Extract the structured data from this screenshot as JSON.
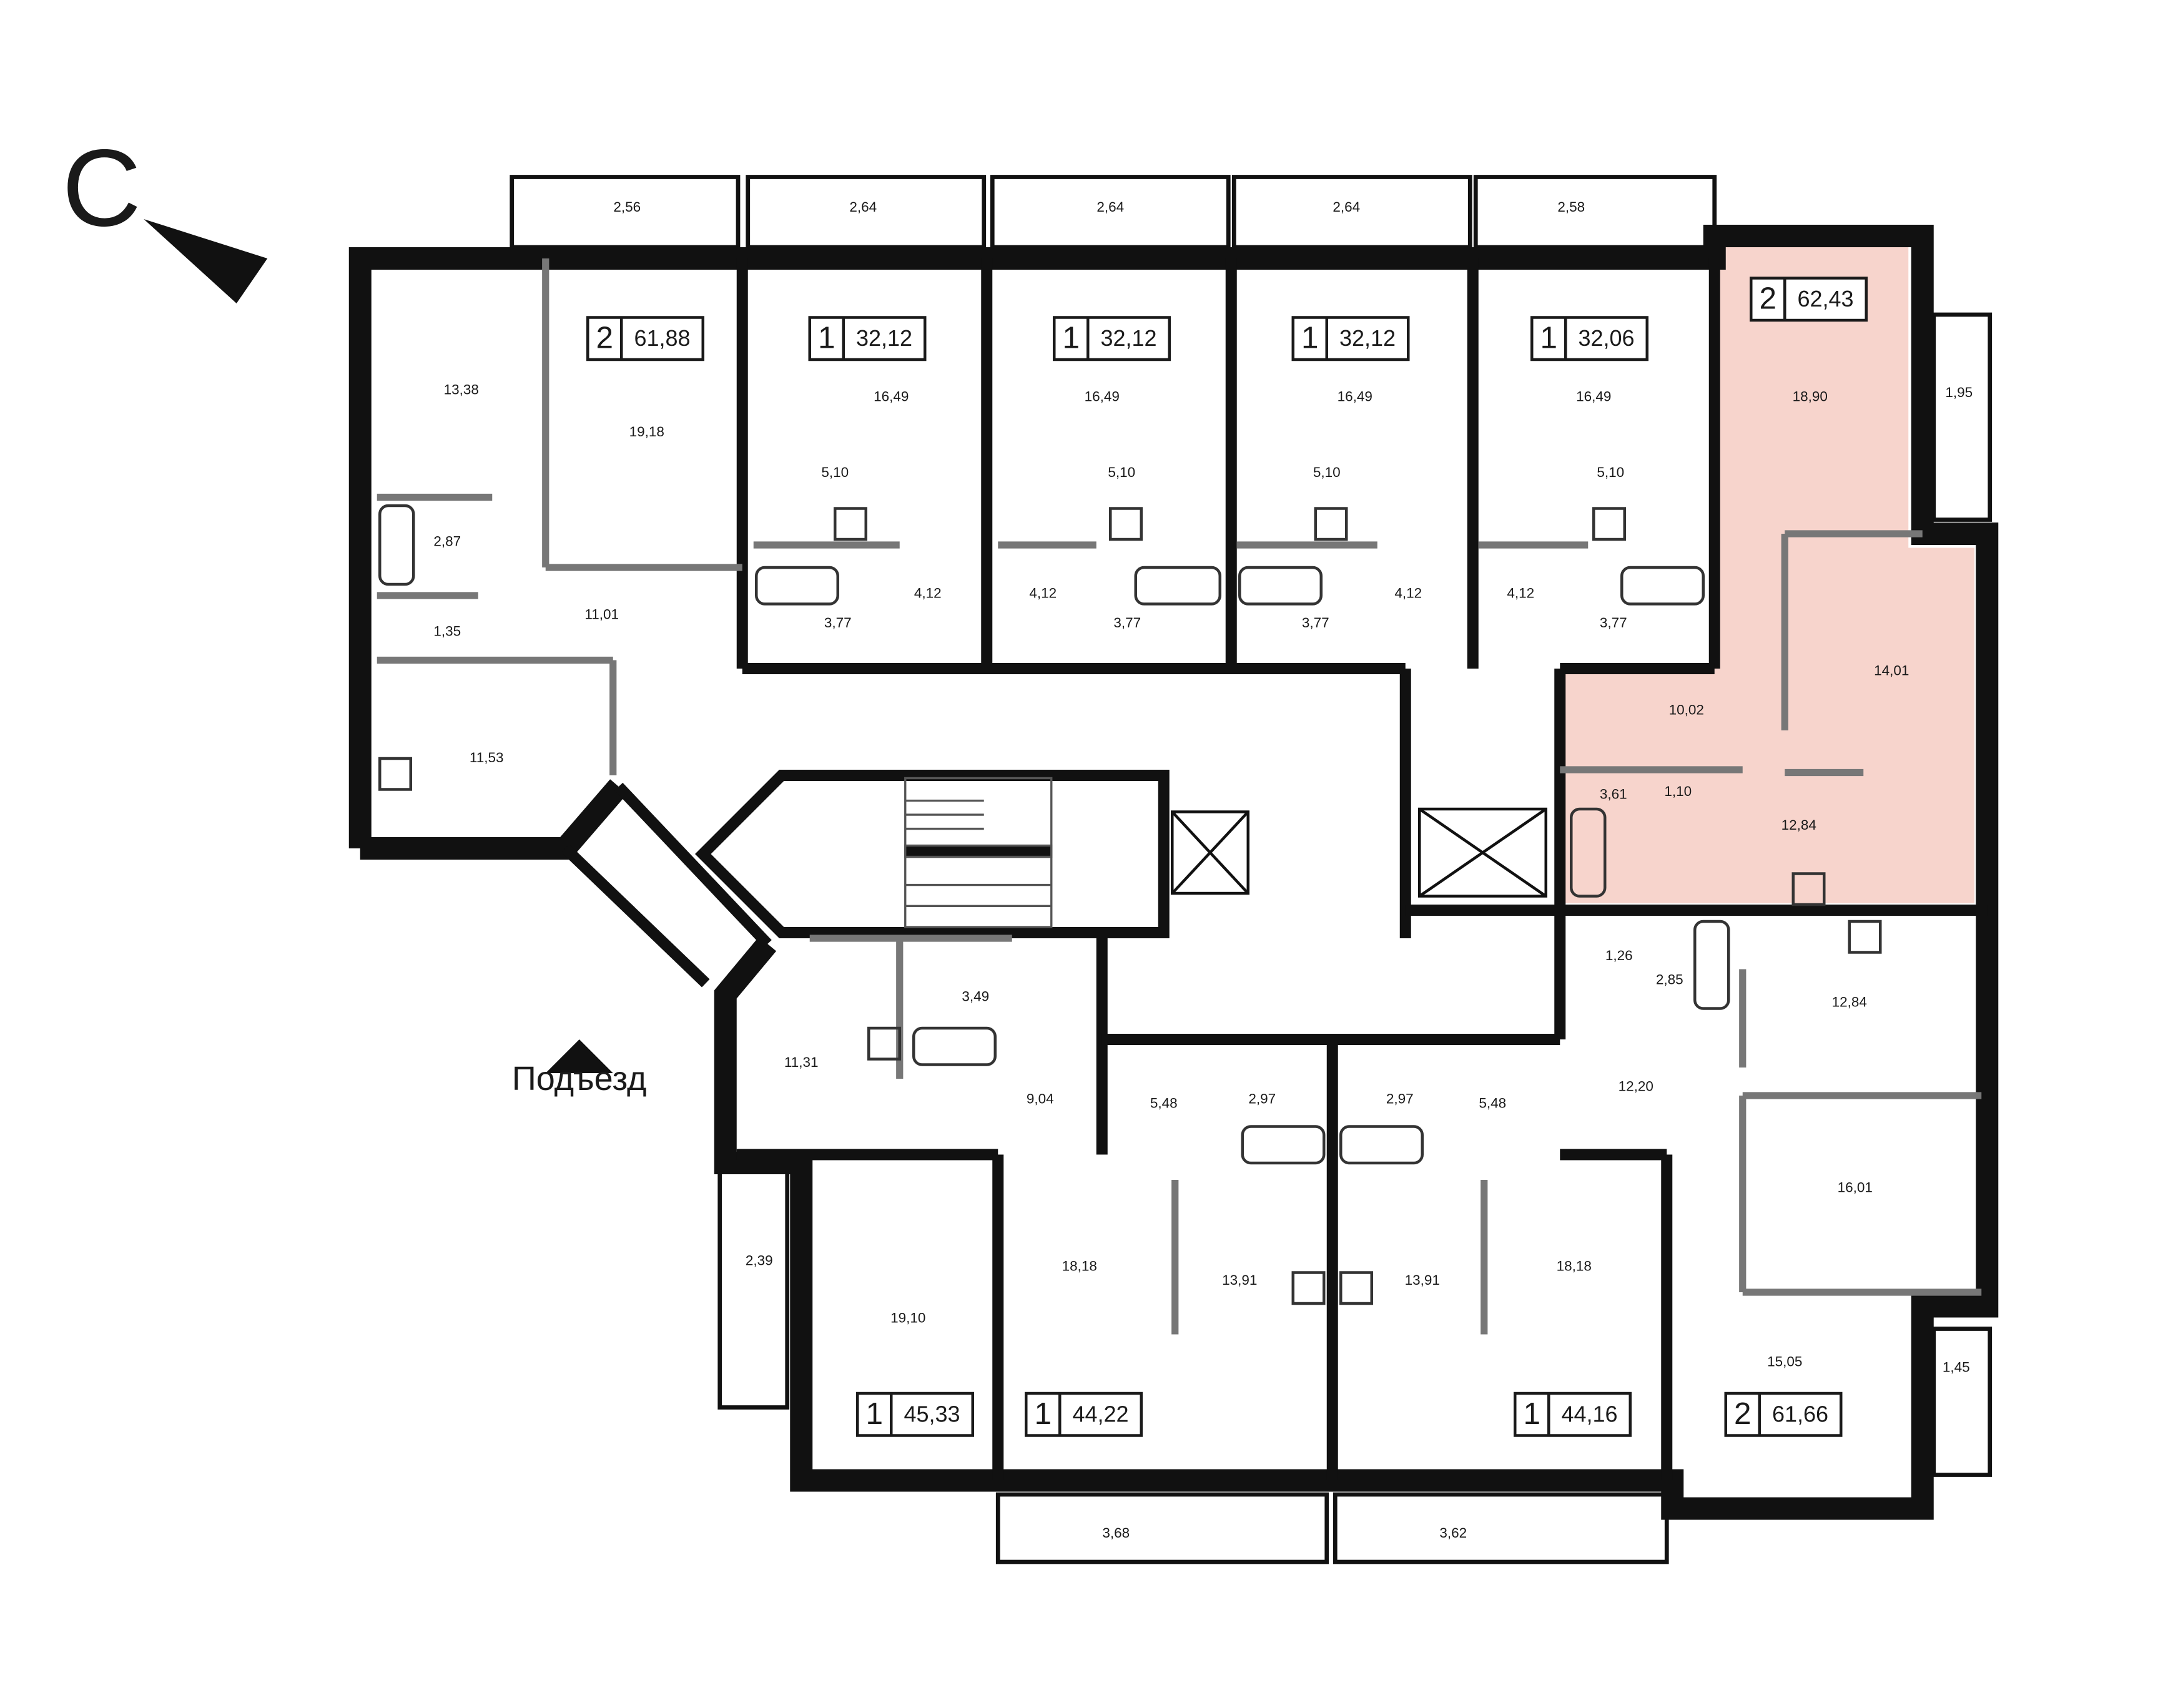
{
  "compass": {
    "label": "С"
  },
  "entrance": {
    "label": "Подъезд"
  },
  "highlight_color": "#f7d4cc",
  "apartments": [
    {
      "rooms": "2",
      "area": "61,88"
    },
    {
      "rooms": "1",
      "area": "32,12"
    },
    {
      "rooms": "1",
      "area": "32,12"
    },
    {
      "rooms": "1",
      "area": "32,12"
    },
    {
      "rooms": "1",
      "area": "32,06"
    },
    {
      "rooms": "2",
      "area": "62,43",
      "highlighted": true
    },
    {
      "rooms": "1",
      "area": "45,33"
    },
    {
      "rooms": "1",
      "area": "44,22"
    },
    {
      "rooms": "1",
      "area": "44,16"
    },
    {
      "rooms": "2",
      "area": "61,66"
    }
  ],
  "balconies": [
    "2,56",
    "2,64",
    "2,64",
    "2,64",
    "2,58",
    "1,95",
    "2,39",
    "3,68",
    "3,62",
    "1,45"
  ],
  "rooms": [
    "13,38",
    "19,18",
    "2,87",
    "1,35",
    "11,01",
    "11,53",
    "16,49",
    "5,10",
    "3,77",
    "4,12",
    "16,49",
    "5,10",
    "4,12",
    "3,77",
    "16,49",
    "5,10",
    "3,77",
    "4,12",
    "16,49",
    "5,10",
    "4,12",
    "3,77",
    "18,90",
    "14,01",
    "10,02",
    "3,61",
    "1,10",
    "12,84",
    "1,26",
    "2,85",
    "12,84",
    "12,20",
    "16,01",
    "15,05",
    "3,49",
    "11,31",
    "9,04",
    "19,10",
    "5,48",
    "2,97",
    "2,97",
    "5,48",
    "18,18",
    "13,91",
    "13,91",
    "18,18"
  ]
}
